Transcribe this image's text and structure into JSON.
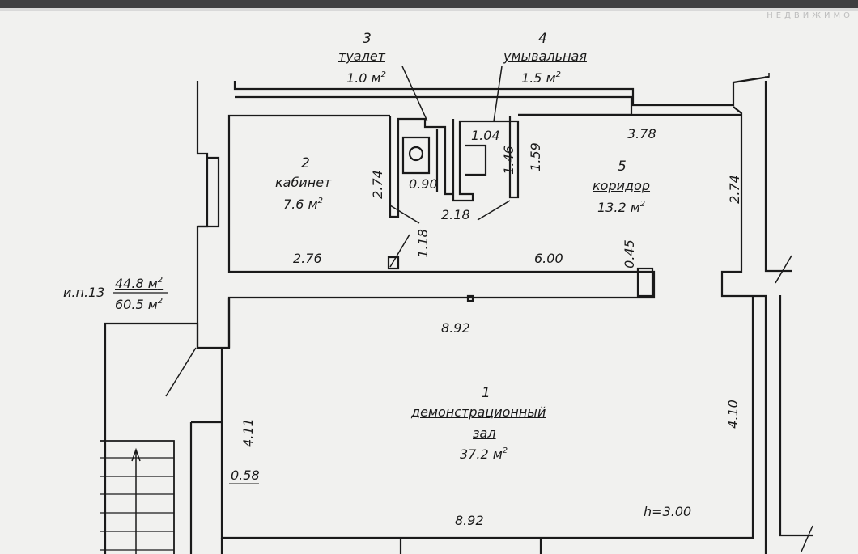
{
  "watermark": "НЕДВИЖИМО",
  "rooms": {
    "r1": {
      "number": "1",
      "name_line1": "демонстрационный",
      "name_line2": "зал",
      "area": "37.2 м"
    },
    "r2": {
      "number": "2",
      "name": "кабинет",
      "area": "7.6 м"
    },
    "r3": {
      "number": "3",
      "name": "туалет",
      "area": "1.0 м"
    },
    "r4": {
      "number": "4",
      "name": "умывальная",
      "area": "1.5 м"
    },
    "r5": {
      "number": "5",
      "name": "коридор",
      "area": "13.2 м"
    }
  },
  "sup": "2",
  "summary": {
    "label": "и.п.13",
    "area_top": "44.8 м",
    "area_bottom": "60.5 м"
  },
  "dimensions": {
    "d_378": "3.78",
    "d_104": "1.04",
    "d_146": "1.46",
    "d_159": "1.59",
    "d_274_left": "2.74",
    "d_090": "0.90",
    "d_218": "2.18",
    "d_274_right": "2.74",
    "d_118": "1.18",
    "d_276": "2.76",
    "d_600": "6.00",
    "d_045": "0.45",
    "d_892_top": "8.92",
    "d_410": "4.10",
    "d_411": "4.11",
    "d_058": "0.58",
    "d_892_bottom": "8.92",
    "height": "h=3.00"
  }
}
